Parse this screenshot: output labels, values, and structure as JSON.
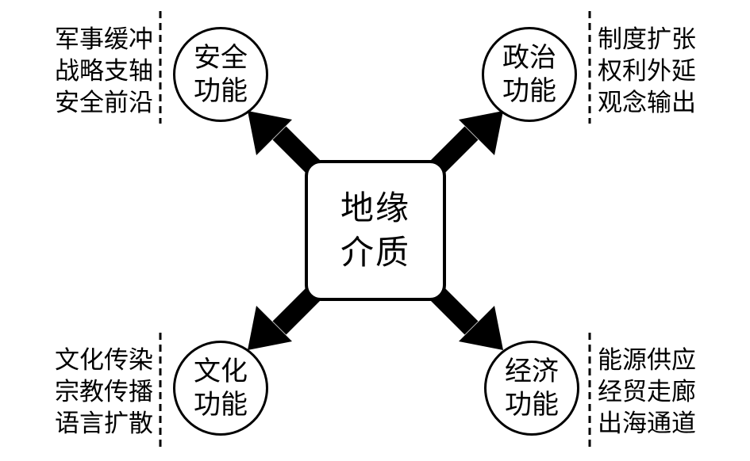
{
  "center": {
    "label": "地缘介质"
  },
  "nodes": [
    {
      "id": "security",
      "label": "安全功能",
      "features": [
        "军事缓冲",
        "战略支轴",
        "安全前沿"
      ]
    },
    {
      "id": "political",
      "label": "政治功能",
      "features": [
        "制度扩张",
        "权利外延",
        "观念输出"
      ]
    },
    {
      "id": "cultural",
      "label": "文化功能",
      "features": [
        "文化传染",
        "宗教传播",
        "语言扩散"
      ]
    },
    {
      "id": "economic",
      "label": "经济功能",
      "features": [
        "能源供应",
        "经贸走廊",
        "出海通道"
      ]
    }
  ]
}
